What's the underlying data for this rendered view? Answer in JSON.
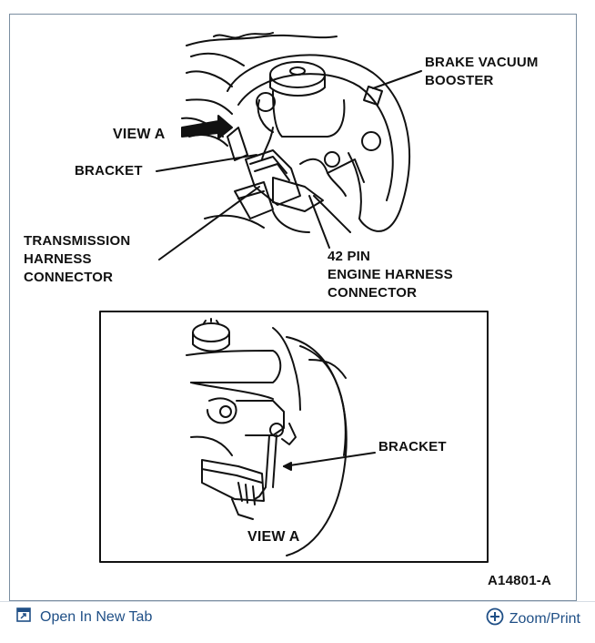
{
  "figure": {
    "labels": {
      "brake_vacuum_booster_1": "BRAKE VACUUM",
      "brake_vacuum_booster_2": "BOOSTER",
      "view_a_top": "VIEW A",
      "bracket_top": "BRACKET",
      "transmission_1": "TRANSMISSION",
      "transmission_2": "HARNESS",
      "transmission_3": "CONNECTOR",
      "pin_1": "42 PIN",
      "pin_2": "ENGINE HARNESS",
      "pin_3": "CONNECTOR",
      "bracket_inset": "BRACKET",
      "view_a_inset": "VIEW A",
      "figure_number": "A14801-A"
    }
  },
  "footer": {
    "open_new_tab": "Open In New Tab",
    "zoom_print": "Zoom/Print"
  },
  "colors": {
    "link": "#1f4f86",
    "border": "#7a8da0"
  },
  "icons": {
    "open_new_tab": "open-new-tab-icon",
    "zoom_print": "zoom-plus-icon"
  }
}
